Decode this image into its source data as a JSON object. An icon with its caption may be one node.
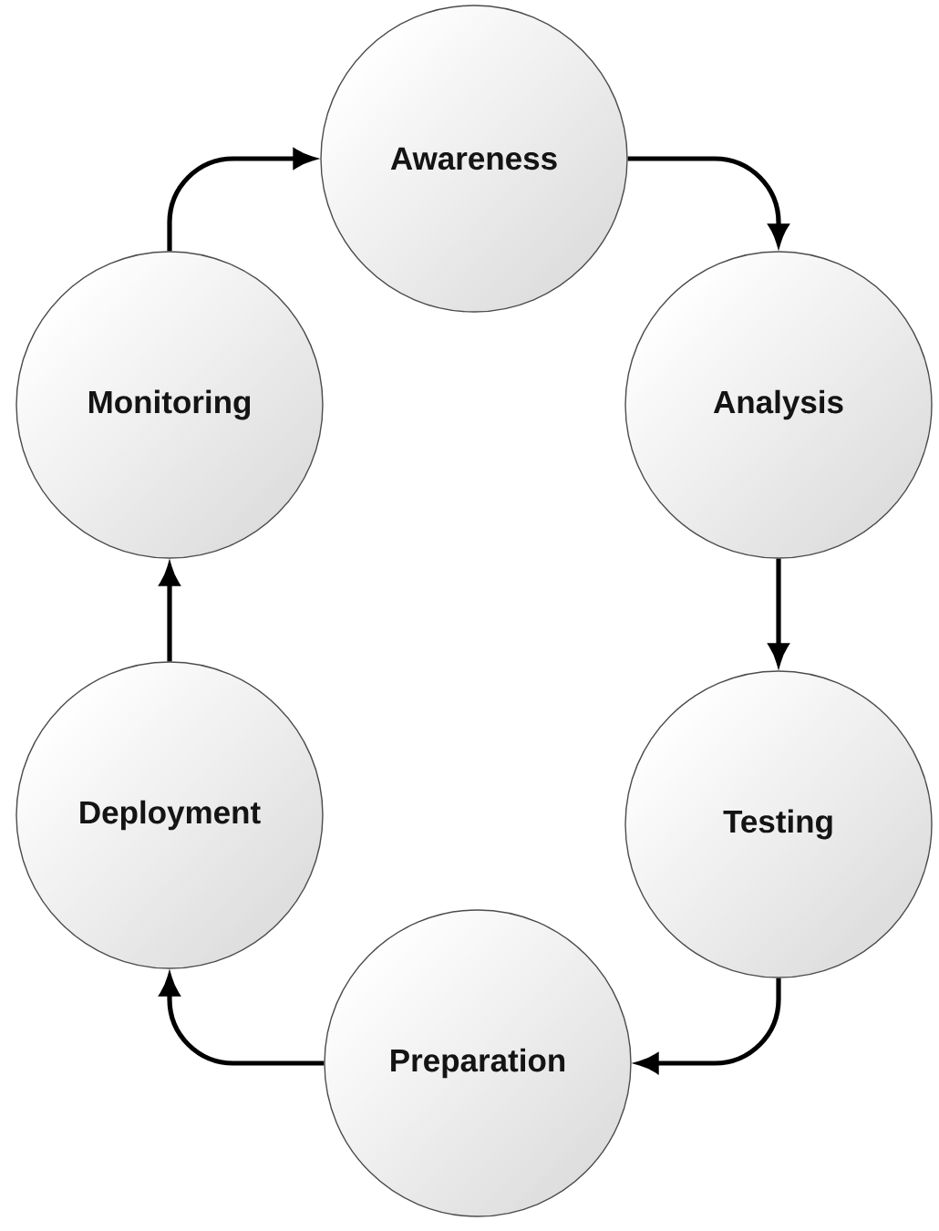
{
  "diagram": {
    "nodes": [
      {
        "text": [
          "Awareness"
        ]
      },
      {
        "text": [
          "Analysis"
        ]
      },
      {
        "text": [
          "Testing"
        ]
      },
      {
        "text": [
          "Preparation"
        ]
      },
      {
        "text": [
          "Deployment"
        ]
      },
      {
        "text": [
          "Monitoring"
        ]
      }
    ],
    "edges": [
      {
        "from": 0,
        "to": 1,
        "arrow": "to"
      },
      {
        "from": 1,
        "to": 2,
        "arrow": "to"
      },
      {
        "from": 2,
        "to": 3,
        "arrow": "to"
      },
      {
        "from": 3,
        "to": 4,
        "arrow": "to"
      },
      {
        "from": 4,
        "to": 5,
        "arrow": "to"
      },
      {
        "from": 5,
        "to": 0,
        "arrow": "to"
      }
    ]
  }
}
